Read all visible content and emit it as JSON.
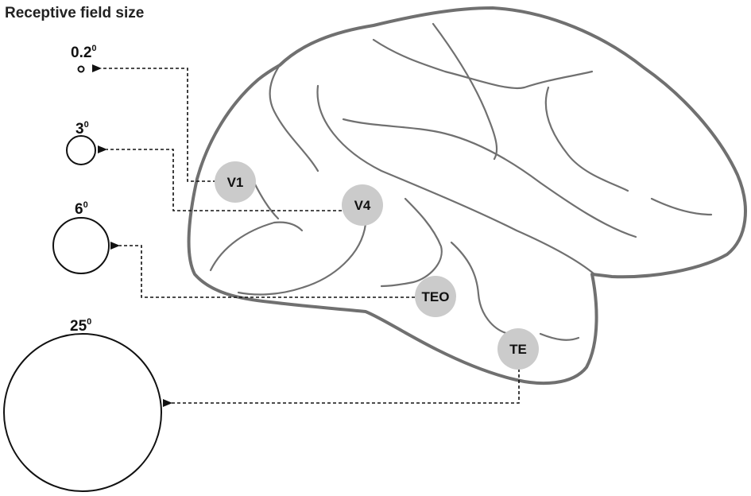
{
  "title": "Receptive field size",
  "receptive_fields": [
    {
      "value": "0.2",
      "unit": "0"
    },
    {
      "value": "3",
      "unit": "0"
    },
    {
      "value": "6",
      "unit": "0"
    },
    {
      "value": "25",
      "unit": "0"
    }
  ],
  "areas": [
    {
      "label": "V1"
    },
    {
      "label": "V4"
    },
    {
      "label": "TEO"
    },
    {
      "label": "TE"
    }
  ],
  "colors": {
    "brain_outline": "#707070",
    "area_marker": "#cbcbcb",
    "lines": "#111111"
  }
}
